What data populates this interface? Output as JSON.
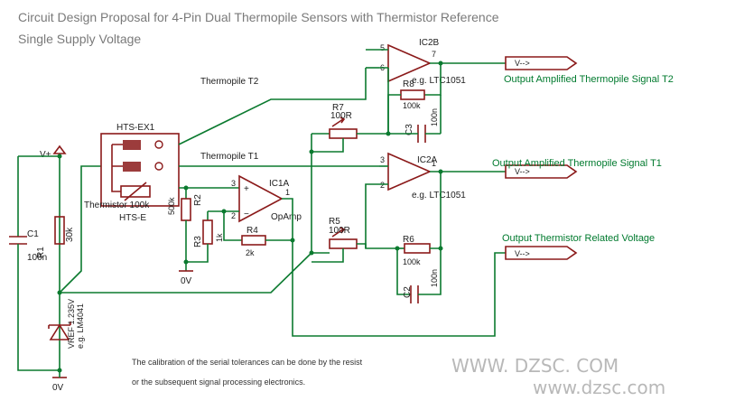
{
  "title": {
    "line1": "Circuit Design Proposal for 4-Pin Dual Thermopile Sensors with Thermistor Reference",
    "line2": "Single Supply Voltage"
  },
  "sensor": {
    "name_top": "HTS-EX1",
    "name_bottom": "HTS-E",
    "thermistor": "Thermistor 100k"
  },
  "wires": {
    "thermopile_t2": "Thermopile T2",
    "thermopile_t1": "Thermopile T1"
  },
  "supply": {
    "vplus": "V+",
    "c1_name": "C1",
    "c1_value": "100n",
    "r1_name": "R1",
    "r1_value": "30k",
    "vref_name": "VREF 1.235V",
    "vref_part": "e.g. LM4041",
    "gnd": "0V"
  },
  "ic1a": {
    "name": "IC1A",
    "type": "OpAmp",
    "pin_minus": "2",
    "pin_plus": "3",
    "pin_out": "1",
    "r2_name": "R2",
    "r2_value": "500k",
    "r3_name": "R3",
    "r3_value": "1k",
    "r4_name": "R4",
    "r4_value": "2k",
    "gnd": "0V"
  },
  "ic2b": {
    "name": "IC2B",
    "part": "e.g. LTC1051",
    "pin_plus": "5",
    "pin_minus": "6",
    "pin_out": "7",
    "r7_name": "R7",
    "r7_value": "100R",
    "r8_name": "R8",
    "r8_value": "100k",
    "c3_name": "C3",
    "c3_value": "100n"
  },
  "ic2a": {
    "name": "IC2A",
    "part": "e.g. LTC1051",
    "pin_plus": "3",
    "pin_minus": "2",
    "pin_out": "1",
    "r5_name": "R5",
    "r5_value": "100R",
    "r6_name": "R6",
    "r6_value": "100k",
    "c2_name": "C2",
    "c2_value": "100n"
  },
  "outputs": {
    "t2": "Output Amplified Thermopile Signal T2",
    "t1": "Output Amplified Thermopile Signal T1",
    "thermistor": "Output Thermistor Related Voltage",
    "flag": "V-->"
  },
  "notes": {
    "line1": "The calibration of the serial tolerances can be done by the resist",
    "line2": "or the subsequent signal processing electronics."
  },
  "watermark": {
    "top": "WWW. DZSC. COM",
    "bottom": "www.dzsc.com"
  }
}
